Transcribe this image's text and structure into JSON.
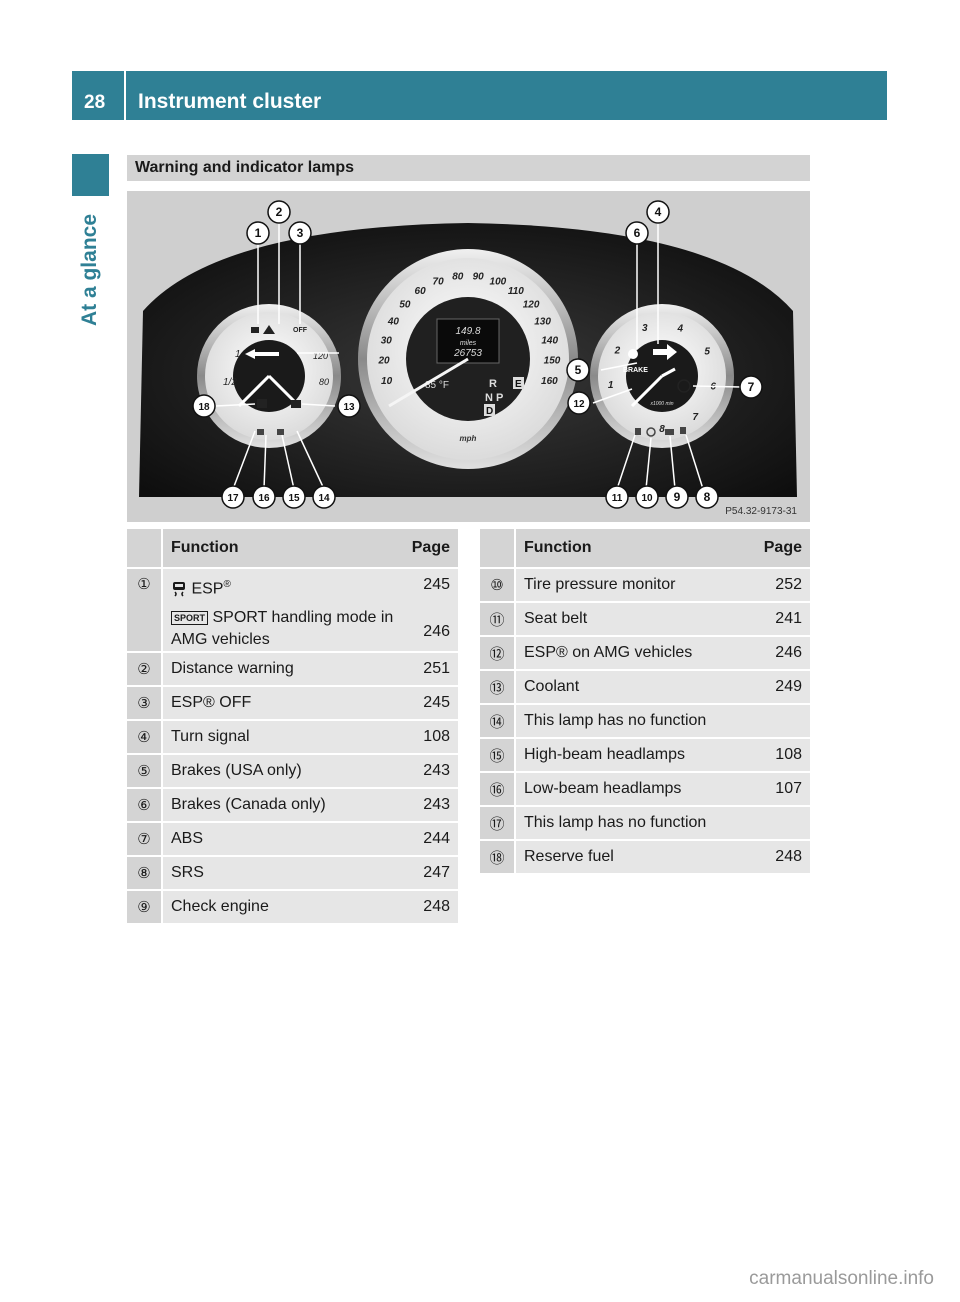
{
  "header": {
    "page_number": "28",
    "title": "Instrument cluster"
  },
  "side_label": "At a glance",
  "section_title": "Warning and indicator lamps",
  "figure": {
    "part_number": "P54.32-9173-31",
    "odometer_trip": "149.8",
    "odometer_unit": "miles",
    "odometer_total": "26753",
    "temperature": "85 °F",
    "speed_unit": "mph",
    "gear_r": "R",
    "gear_np": "N P",
    "gear_d": "D",
    "mode_e": "E",
    "speed_ticks": [
      "10",
      "20",
      "30",
      "40",
      "50",
      "60",
      "70",
      "80",
      "90",
      "100",
      "110",
      "120",
      "130",
      "140",
      "150",
      "160"
    ],
    "rpm_ticks": [
      "1",
      "2",
      "3",
      "4",
      "5",
      "6",
      "7",
      "8"
    ],
    "rpm_label": "x1000 min",
    "fuel_ticks": [
      "1",
      "1/2"
    ],
    "temp_ticks": [
      "120",
      "80"
    ],
    "brake_label": "BRAKE",
    "off_label": "OFF",
    "callouts": [
      "1",
      "2",
      "3",
      "4",
      "5",
      "6",
      "7",
      "8",
      "9",
      "10",
      "11",
      "12",
      "13",
      "14",
      "15",
      "16",
      "17",
      "18"
    ]
  },
  "tables": {
    "header_function": "Function",
    "header_page": "Page",
    "left": [
      {
        "num": "①",
        "lines": [
          {
            "label": "ESP",
            "sup": "®",
            "icon": "skid-car-icon",
            "page": "245"
          },
          {
            "label": "SPORT handling mode in AMG vehicles",
            "icon": "sport-icon",
            "badge": "SPORT",
            "page": "246"
          }
        ]
      },
      {
        "num": "②",
        "function": "Distance warning",
        "page": "251"
      },
      {
        "num": "③",
        "function": "ESP® OFF",
        "page": "245"
      },
      {
        "num": "④",
        "function": "Turn signal",
        "page": "108"
      },
      {
        "num": "⑤",
        "function": "Brakes (USA only)",
        "page": "243"
      },
      {
        "num": "⑥",
        "function": "Brakes (Canada only)",
        "page": "243"
      },
      {
        "num": "⑦",
        "function": "ABS",
        "page": "244"
      },
      {
        "num": "⑧",
        "function": "SRS",
        "page": "247"
      },
      {
        "num": "⑨",
        "function": "Check engine",
        "page": "248"
      }
    ],
    "right": [
      {
        "num": "⑩",
        "function": "Tire pressure monitor",
        "page": "252"
      },
      {
        "num": "⑪",
        "function": "Seat belt",
        "page": "241"
      },
      {
        "num": "⑫",
        "function": "ESP® on AMG vehicles",
        "page": "246"
      },
      {
        "num": "⑬",
        "function": "Coolant",
        "page": "249"
      },
      {
        "num": "⑭",
        "function": "This lamp has no function",
        "page": ""
      },
      {
        "num": "⑮",
        "function": "High-beam headlamps",
        "page": "108"
      },
      {
        "num": "⑯",
        "function": "Low-beam headlamps",
        "page": "107"
      },
      {
        "num": "⑰",
        "function": "This lamp has no function",
        "page": ""
      },
      {
        "num": "⑱",
        "function": "Reserve fuel",
        "page": "248"
      }
    ]
  },
  "watermark": "carmanualsonline.info"
}
